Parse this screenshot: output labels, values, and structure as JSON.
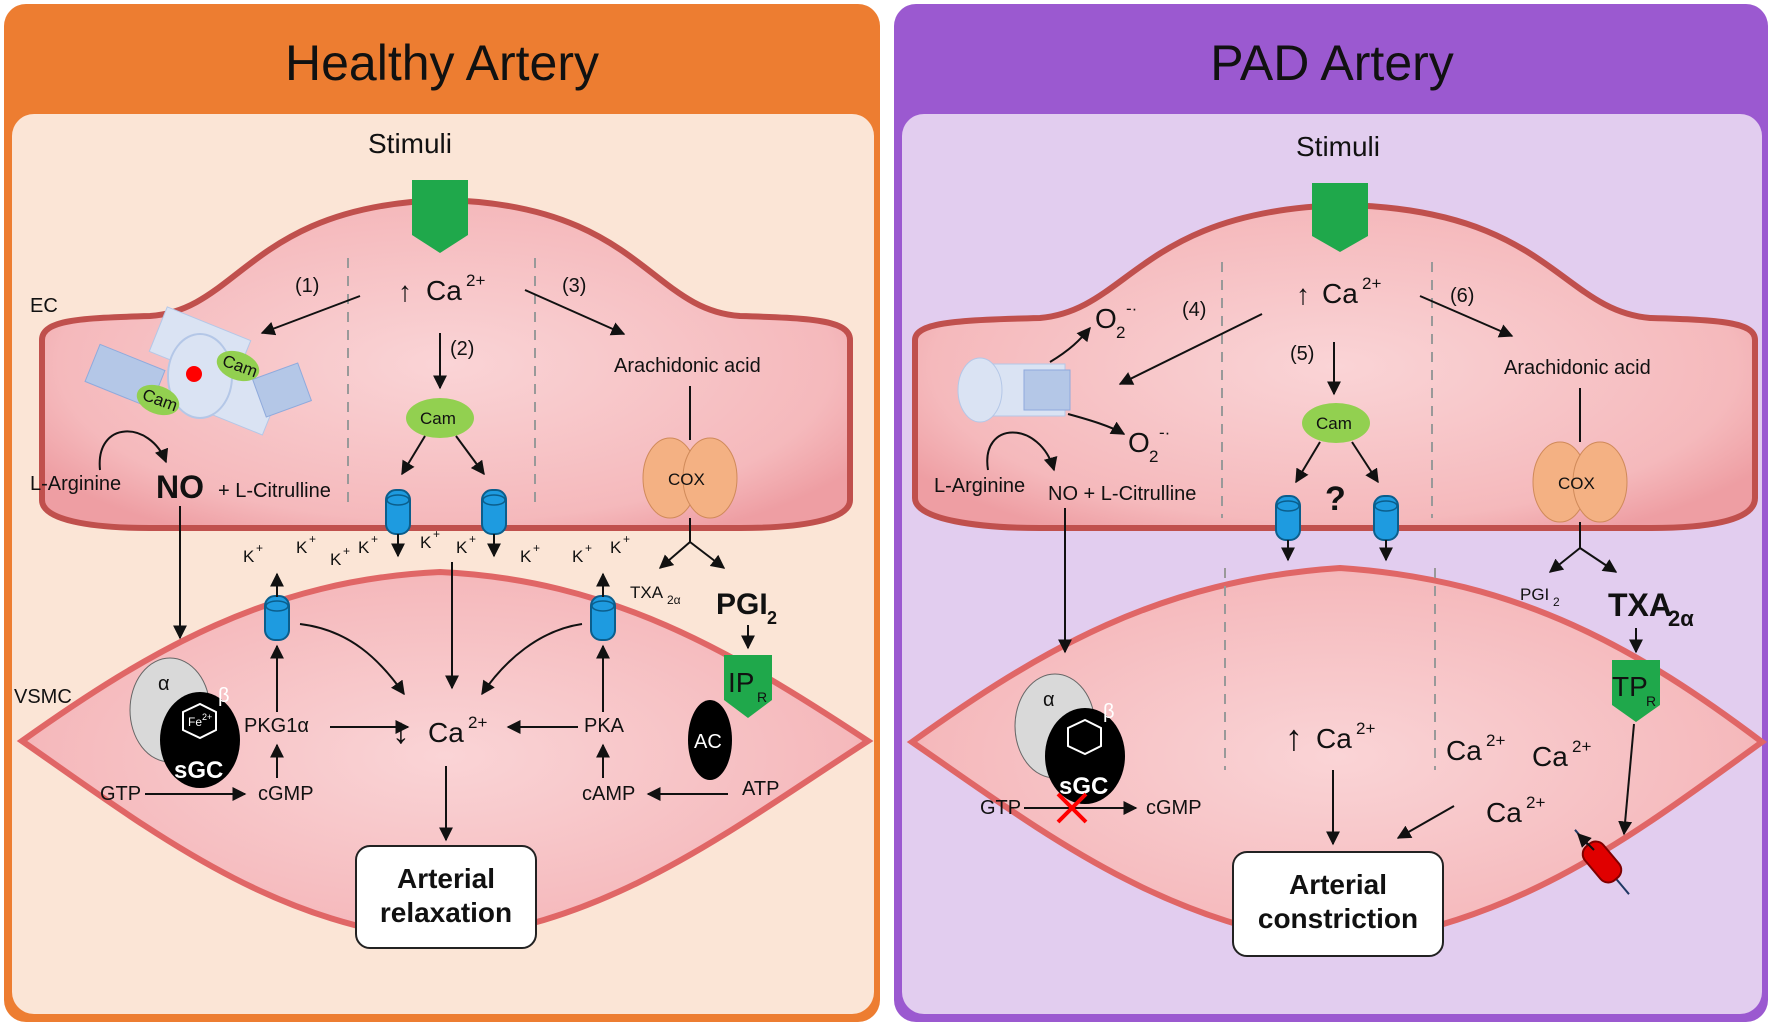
{
  "colors": {
    "healthy_frame": "#ED7D31",
    "healthy_panel": "#FBE5D6",
    "pad_frame": "#9B59D0",
    "pad_panel": "#E2CDEF",
    "cell": "#F4B6B9",
    "cell_border": "#C0504D",
    "stimuli_arrow": "#1FA84B",
    "channel": "#1E9BE0",
    "cam": "#92D050",
    "cox": "#F4B183",
    "receptor": "#1FA84B",
    "inhibit": "#FF0000"
  },
  "healthy": {
    "title": "Healthy Artery",
    "stimuli": "Stimuli",
    "ec": "EC",
    "vsmc": "VSMC",
    "step1": "(1)",
    "step2": "(2)",
    "step3": "(3)",
    "ca": "Ca",
    "ca_sup": "2+",
    "up": "↑",
    "down": "↓",
    "cam": "Cam",
    "arachidonic": "Arachidonic acid",
    "cox": "COX",
    "larginine": "L-Arginine",
    "no": "NO",
    "lcitrulline": "+ L-Citrulline",
    "k": "K",
    "k_sup": "+",
    "txa": "TXA",
    "txa_sub": "2α",
    "pgi": "PGI",
    "pgi_sub": "2",
    "ipr": "IP",
    "ipr_sub": "R",
    "ac": "AC",
    "alpha": "α",
    "beta": "β",
    "fe": "Fe",
    "fe_sup": "2+",
    "sgc": "sGC",
    "pkg": "PKG1α",
    "pka": "PKA",
    "cgmp": "cGMP",
    "camp": "cAMP",
    "gtp": "GTP",
    "atp": "ATP",
    "outcome_line1": "Arterial",
    "outcome_line2": "relaxation"
  },
  "pad": {
    "title": "PAD Artery",
    "stimuli": "Stimuli",
    "step4": "(4)",
    "step5": "(5)",
    "step6": "(6)",
    "ca": "Ca",
    "ca_sup": "2+",
    "up": "↑",
    "o2": "O",
    "o2_sub": "2",
    "o2_sup": "-·",
    "cam": "Cam",
    "question": "?",
    "arachidonic": "Arachidonic acid",
    "cox": "COX",
    "larginine": "L-Arginine",
    "no_citrulline": "NO + L-Citrulline",
    "pgi": "PGI",
    "pgi_sub": "2",
    "txa": "TXA",
    "txa_sub": "2α",
    "tpr": "TP",
    "tpr_sub": "R",
    "alpha": "α",
    "beta": "β",
    "sgc": "sGC",
    "gtp": "GTP",
    "cgmp": "cGMP",
    "outcome_line1": "Arterial",
    "outcome_line2": "constriction"
  }
}
